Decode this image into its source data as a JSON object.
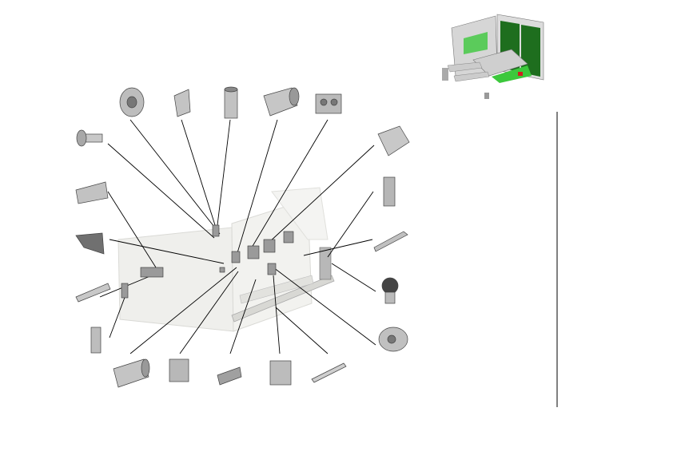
{
  "colors": {
    "background": "#ffffff",
    "leader_line": "#000000",
    "part_fill": "#b8b8b8",
    "part_dark": "#6e6e6e",
    "ghost_assembly": "#ececea",
    "pcb_green": "#3cc83c",
    "divider": "#000000"
  },
  "diagram": {
    "parts": [
      "screw",
      "knob",
      "bracket",
      "cylinder",
      "roller",
      "gear-block",
      "pad",
      "side-bracket",
      "rod",
      "round-cap",
      "gear",
      "left-bracket",
      "l-bracket",
      "flat-bracket",
      "small-bracket",
      "bottom-roller",
      "clip",
      "plate",
      "holder",
      "strip"
    ]
  }
}
